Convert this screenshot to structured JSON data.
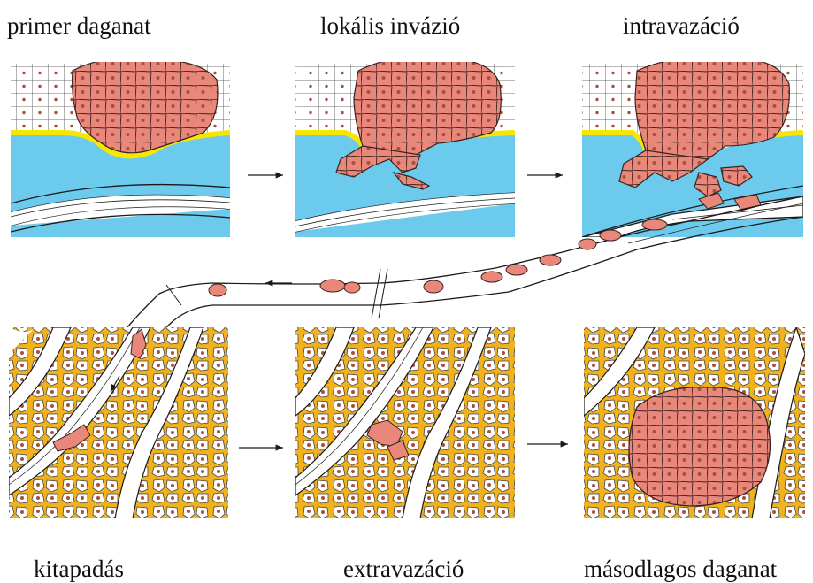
{
  "stages": [
    {
      "label": "primer daganat"
    },
    {
      "label": "lokális invázió"
    },
    {
      "label": "intravazáció"
    },
    {
      "label": "kitapadás"
    },
    {
      "label": "extravazáció"
    },
    {
      "label": "másodlagos daganat"
    }
  ],
  "colors": {
    "tumor": "#e8877a",
    "tumor_stroke": "#3a2220",
    "nucleus": "#a5503f",
    "stroma": "#6ccbec",
    "basement_membrane": "#f6e600",
    "vessel_wall": "#ffffff",
    "tissue": "#f2b21e",
    "line": "#1a1a1a"
  }
}
